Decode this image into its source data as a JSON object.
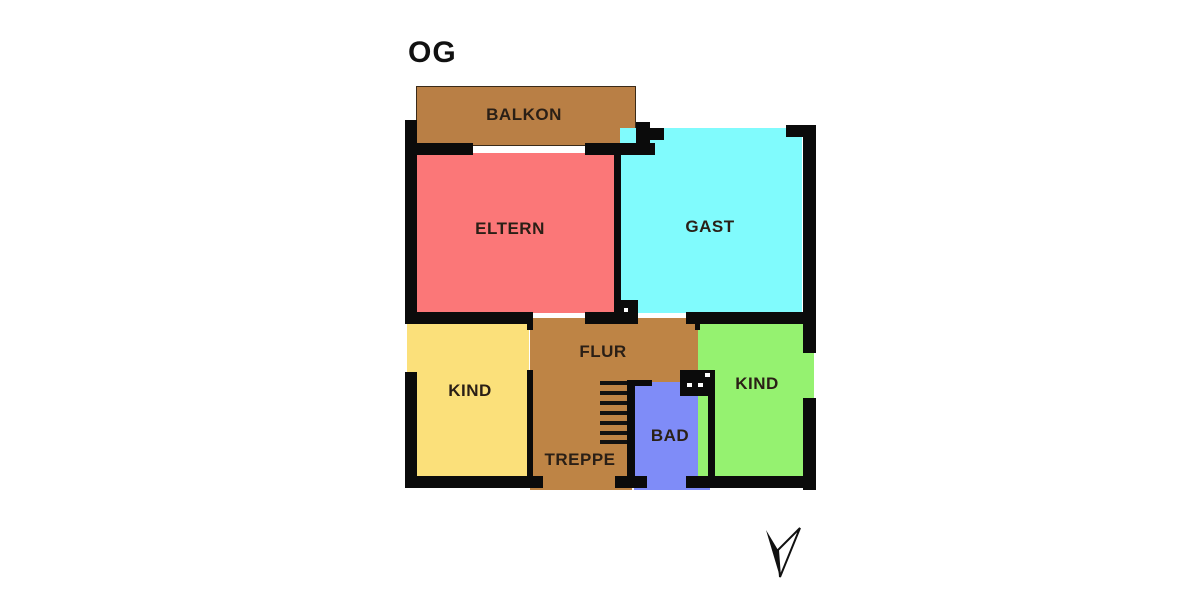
{
  "plan": {
    "title": "OG",
    "rooms": [
      {
        "id": "balkon",
        "label": "BALKON",
        "color": "#B97F45"
      },
      {
        "id": "eltern",
        "label": "ELTERN",
        "color": "#FB7778"
      },
      {
        "id": "gast",
        "label": "GAST",
        "color": "#80FBFD"
      },
      {
        "id": "flur",
        "label": "FLUR",
        "color": "#BE8445"
      },
      {
        "id": "kind_left",
        "label": "KIND",
        "color": "#FBE07A"
      },
      {
        "id": "treppe",
        "label": "TREPPE",
        "color": "#BE8445"
      },
      {
        "id": "bad",
        "label": "BAD",
        "color": "#7F8CF8"
      },
      {
        "id": "kind_right",
        "label": "KIND",
        "color": "#95F270"
      }
    ],
    "wall_color": "#0B0B0B",
    "north_arrow": "north-arrow-icon"
  }
}
